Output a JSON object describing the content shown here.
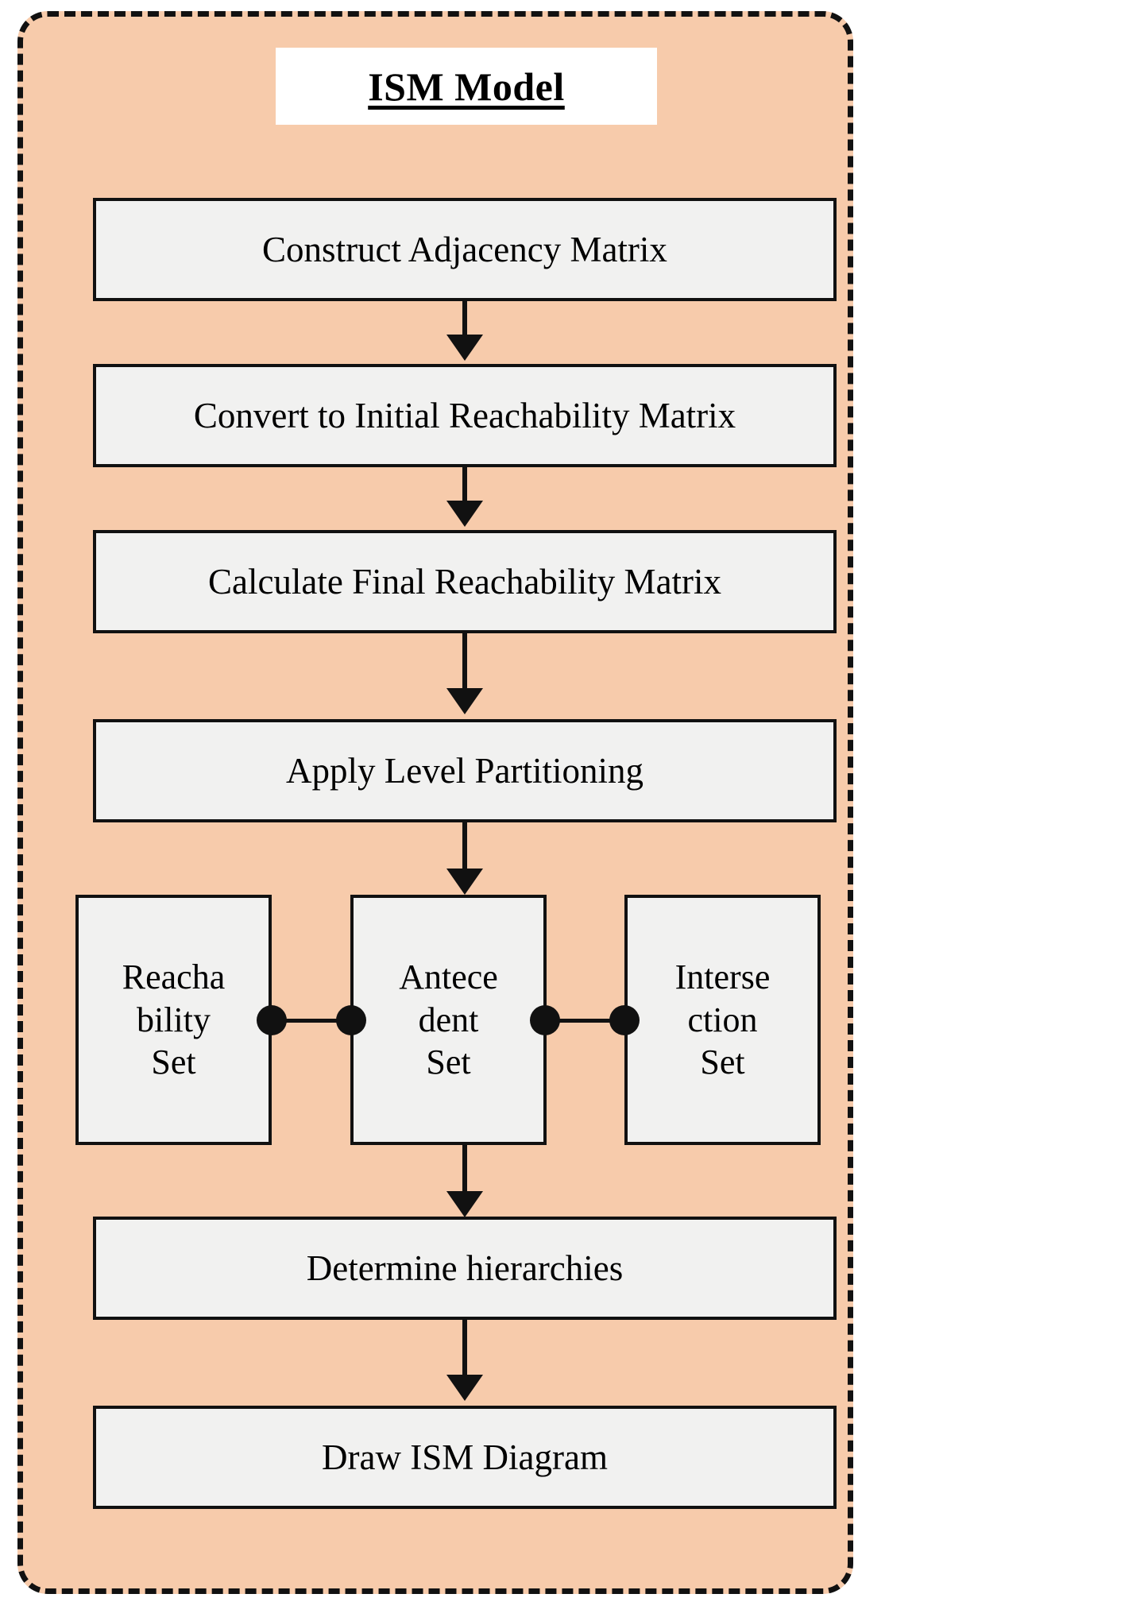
{
  "diagram": {
    "title": "ISM Model",
    "background_color": "#F7CBAB",
    "box_fill_color": "#F1F1F0",
    "border_color": "#111111",
    "title_background": "#FFFFFF",
    "steps": [
      {
        "id": "construct-adjacency-matrix",
        "label": "Construct Adjacency Matrix"
      },
      {
        "id": "convert-initial-reachability-matrix",
        "label": "Convert to Initial Reachability Matrix"
      },
      {
        "id": "calculate-final-reachability-matrix",
        "label": "Calculate Final Reachability Matrix"
      },
      {
        "id": "apply-level-partitioning",
        "label": "Apply Level Partitioning"
      }
    ],
    "set_boxes": [
      {
        "id": "reachability-set",
        "label": "Reacha\nbility\nSet"
      },
      {
        "id": "antecedent-set",
        "label": "Antece\ndent\nSet"
      },
      {
        "id": "intersection-set",
        "label": "Interse\nction\nSet"
      }
    ],
    "final_steps": [
      {
        "id": "determine-hierarchies",
        "label": "Determine hierarchies"
      },
      {
        "id": "draw-ism-diagram",
        "label": "Draw ISM Diagram"
      }
    ]
  }
}
